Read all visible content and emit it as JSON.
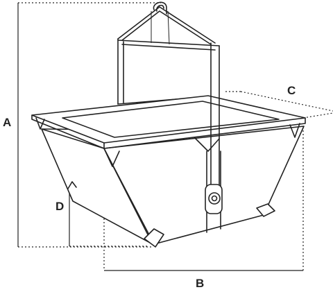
{
  "dimensions": {
    "a": "A",
    "b": "B",
    "c": "C",
    "d": "D"
  },
  "colors": {
    "ink": "#222222",
    "background": "#ffffff"
  }
}
